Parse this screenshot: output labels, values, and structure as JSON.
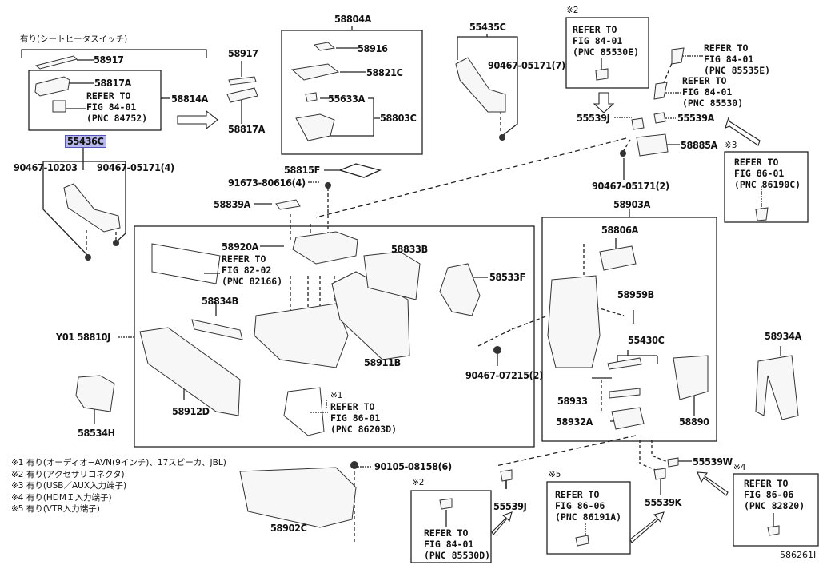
{
  "diagram_id": "586261I",
  "highlighted_part": "55436C",
  "colors": {
    "highlight_bg": "#b8b8ec",
    "highlight_border": "#5555bb",
    "line": "#222222"
  },
  "group_notes": {
    "seat_heater_switch": "有り(シートヒータスイッチ)",
    "mark1": "※1",
    "mark2a": "※2",
    "mark2b": "※2",
    "mark2c": "※2",
    "mark3": "※3",
    "mark4": "※4",
    "mark5": "※5"
  },
  "parts": {
    "p58917a": "58917",
    "p58817a_box": "58817A",
    "p58814a": "58814A",
    "p58917b": "58917",
    "p58817a_b": "58817A",
    "p55436c": "55436C",
    "p90467_10203": "90467-10203",
    "p90467_05171_4": "90467-05171(4)",
    "p58804a": "58804A",
    "p58916": "58916",
    "p58821c": "58821C",
    "p55633a": "55633A",
    "p58803c": "58803C",
    "p55435c": "55435C",
    "p90467_05171_7": "90467-05171(7)",
    "p55539j_top": "55539J",
    "p55539a": "55539A",
    "p58885a": "58885A",
    "p90467_05171_2": "90467-05171(2)",
    "p58815f": "58815F",
    "p91673_80616": "91673-80616(4)",
    "p58839a": "58839A",
    "p58920a": "58920A",
    "p58834b": "58834B",
    "p58833b": "58833B",
    "p58911b": "58911B",
    "p58912d": "58912D",
    "py01_58810j": "Y01 58810J",
    "p58534h": "58534H",
    "p58533f": "58533F",
    "p90467_07215": "90467-07215(2)",
    "p58903a": "58903A",
    "p58806a": "58806A",
    "p58959b": "58959B",
    "p55430c": "55430C",
    "p58933": "58933",
    "p58932a": "58932A",
    "p58890": "58890",
    "p58934a": "58934A",
    "p90105_08158": "90105-08158(6)",
    "p58902c": "58902C",
    "p55539j_bottom": "55539J",
    "p55539k": "55539K",
    "p55539w": "55539W"
  },
  "references": {
    "r84752": "REFER TO\nFIG 84-01\n(PNC 84752)",
    "r85530e": "REFER TO\nFIG 84-01\n(PNC 85530E)",
    "r85535e": "REFER TO\nFIG 84-01\n(PNC 85535E)",
    "r85530": "REFER TO\nFIG 84-01\n(PNC 85530)",
    "r86190c": "REFER TO\nFIG 86-01\n(PNC 86190C)",
    "r82166": "REFER TO\nFIG 82-02\n(PNC 82166)",
    "r86203d": "REFER TO\nFIG 86-01\n(PNC 86203D)",
    "r85530d": "REFER TO\nFIG 84-01\n(PNC 85530D)",
    "r86191a": "REFER TO\nFIG 86-06\n(PNC 86191A)",
    "r82820": "REFER TO\nFIG 86-06\n(PNC 82820)"
  },
  "footnotes": [
    "※1 有り(オーディオ−AVN(9インチ)、17スピーカ、JBL)",
    "※2 有り(アクセサリコネクタ)",
    "※3 有り(USB／AUX入力端子)",
    "※4 有り(HDMＩ入力端子)",
    "※5 有り(VTR入力端子)"
  ]
}
